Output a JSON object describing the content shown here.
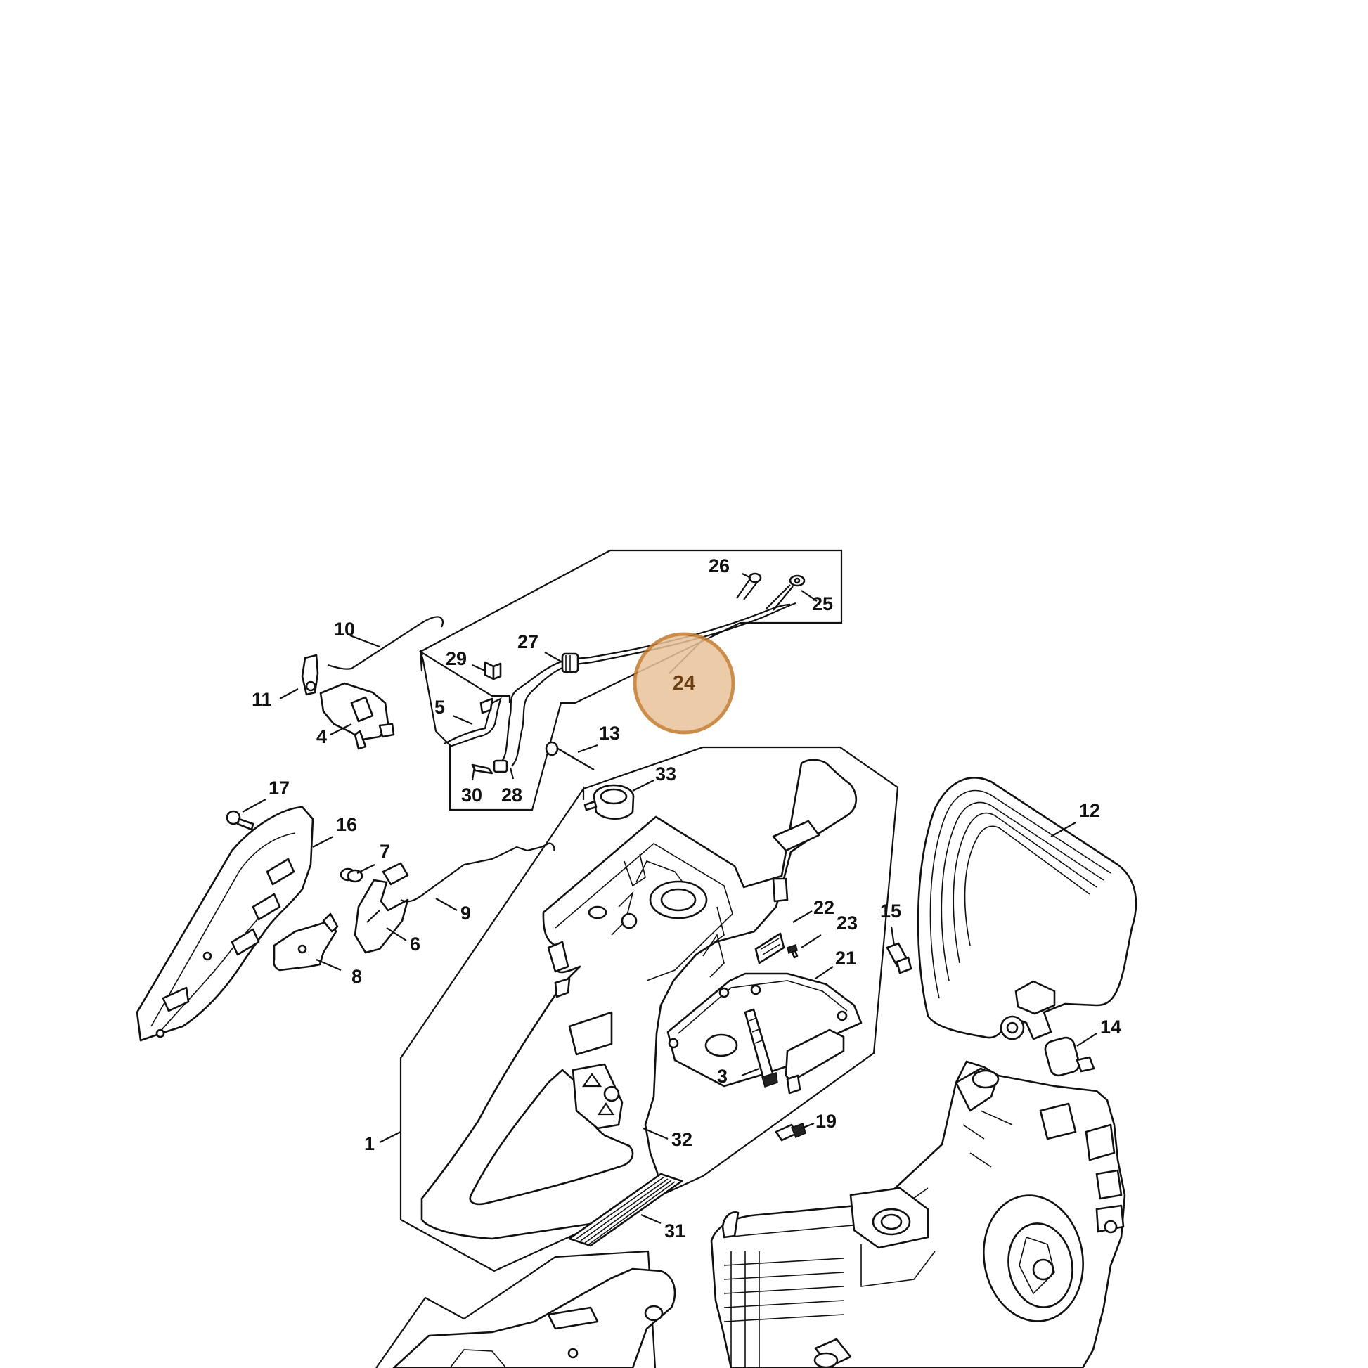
{
  "highlight": {
    "label": "24",
    "fill": "#e9c39a",
    "stroke": "#c47a2c"
  },
  "callouts": [
    {
      "id": "1",
      "label": "1"
    },
    {
      "id": "3",
      "label": "3"
    },
    {
      "id": "4",
      "label": "4"
    },
    {
      "id": "5",
      "label": "5"
    },
    {
      "id": "6",
      "label": "6"
    },
    {
      "id": "7",
      "label": "7"
    },
    {
      "id": "8",
      "label": "8"
    },
    {
      "id": "9",
      "label": "9"
    },
    {
      "id": "10",
      "label": "10"
    },
    {
      "id": "11",
      "label": "11"
    },
    {
      "id": "12",
      "label": "12"
    },
    {
      "id": "13",
      "label": "13"
    },
    {
      "id": "14",
      "label": "14"
    },
    {
      "id": "15",
      "label": "15"
    },
    {
      "id": "16",
      "label": "16"
    },
    {
      "id": "17",
      "label": "17"
    },
    {
      "id": "19",
      "label": "19"
    },
    {
      "id": "21",
      "label": "21"
    },
    {
      "id": "22",
      "label": "22"
    },
    {
      "id": "23",
      "label": "23"
    },
    {
      "id": "25",
      "label": "25"
    },
    {
      "id": "26",
      "label": "26"
    },
    {
      "id": "27",
      "label": "27"
    },
    {
      "id": "28",
      "label": "28"
    },
    {
      "id": "29",
      "label": "29"
    },
    {
      "id": "30",
      "label": "30"
    },
    {
      "id": "31",
      "label": "31"
    },
    {
      "id": "32",
      "label": "32"
    },
    {
      "id": "33",
      "label": "33"
    }
  ]
}
